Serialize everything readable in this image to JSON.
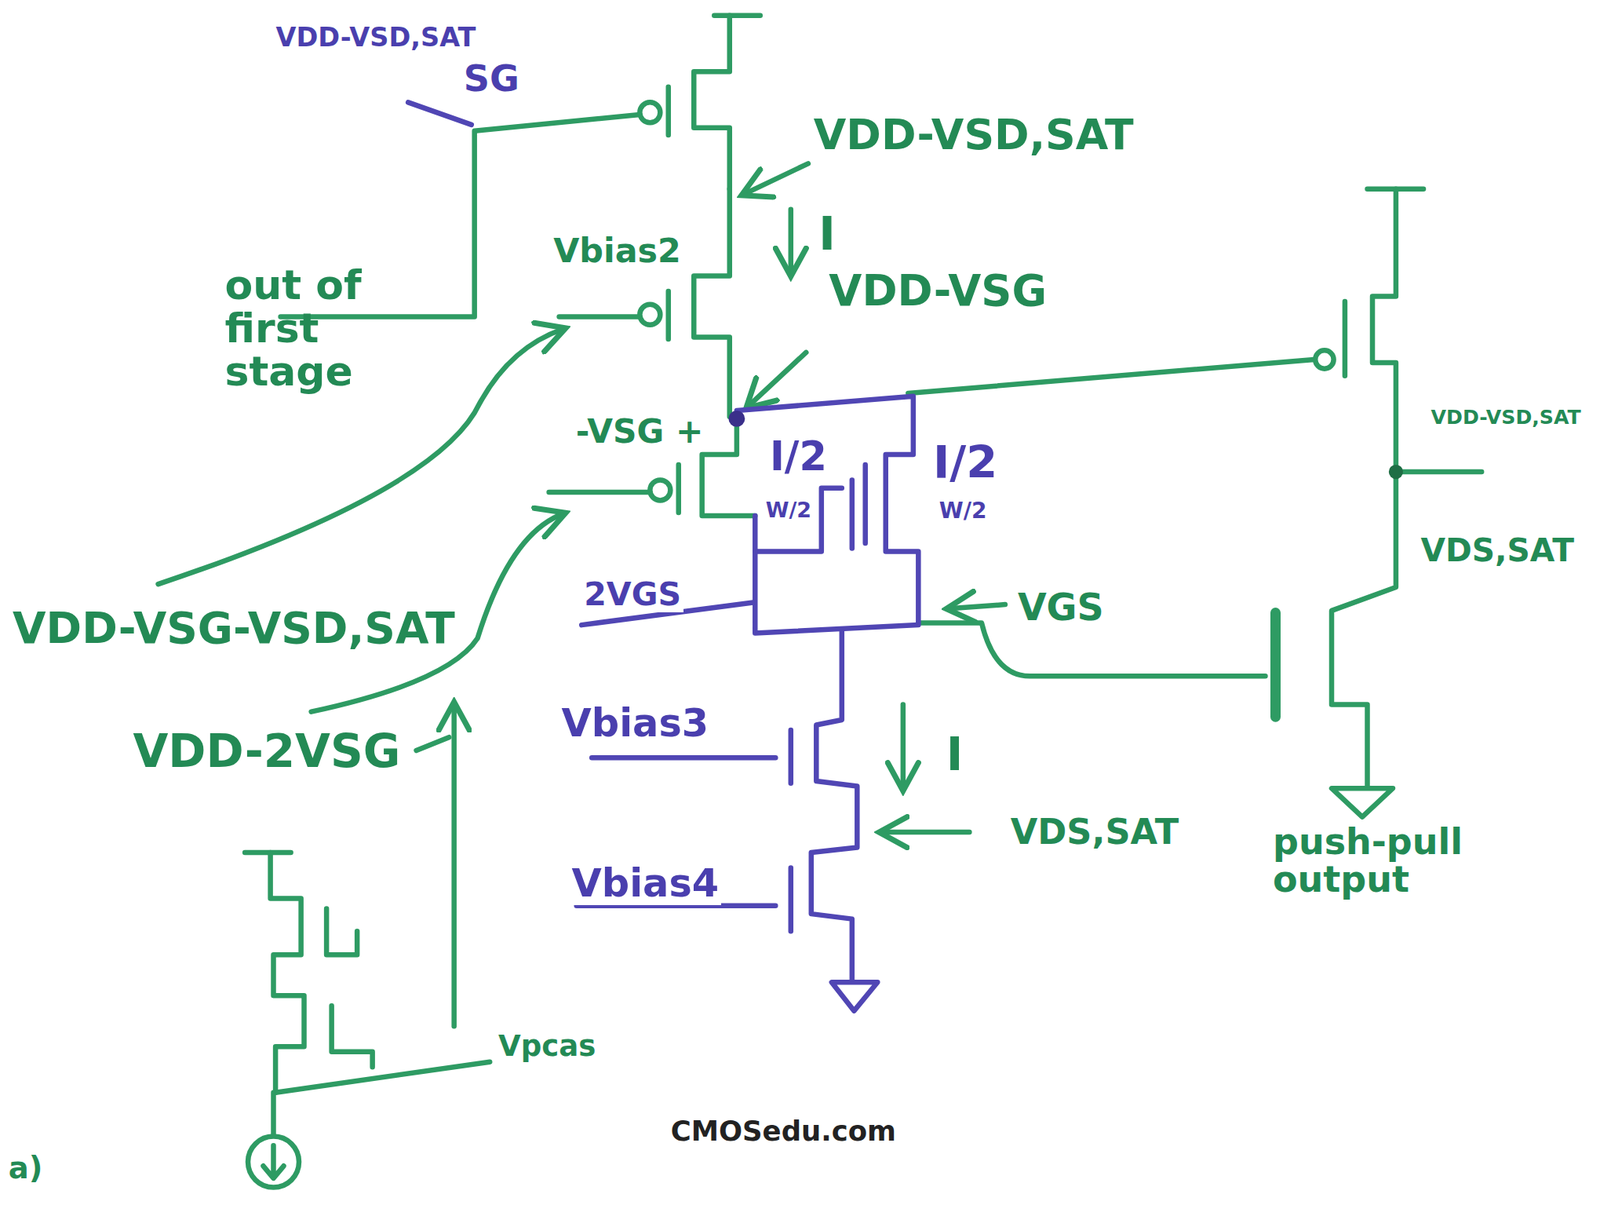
{
  "diagram": {
    "labels": [
      "VDD-VSD,SAT",
      "SG",
      "VDD-VSD,SAT",
      "I",
      "out of first stage",
      "Vbias2",
      "VDD-VSG",
      "-VSG +",
      "I/2",
      "W/2",
      "I/2",
      "W/2",
      "2VGS",
      "VGS",
      "VDD-VSG-VSD,SAT",
      "VDD-2VSG",
      "Vbias3",
      "I",
      "VDS,SAT",
      "Vbias4",
      "VDD-VSD,SAT",
      "VDS,SAT",
      "push-pull output",
      "Vpcas",
      "CMOSedu.com",
      "a)"
    ]
  }
}
